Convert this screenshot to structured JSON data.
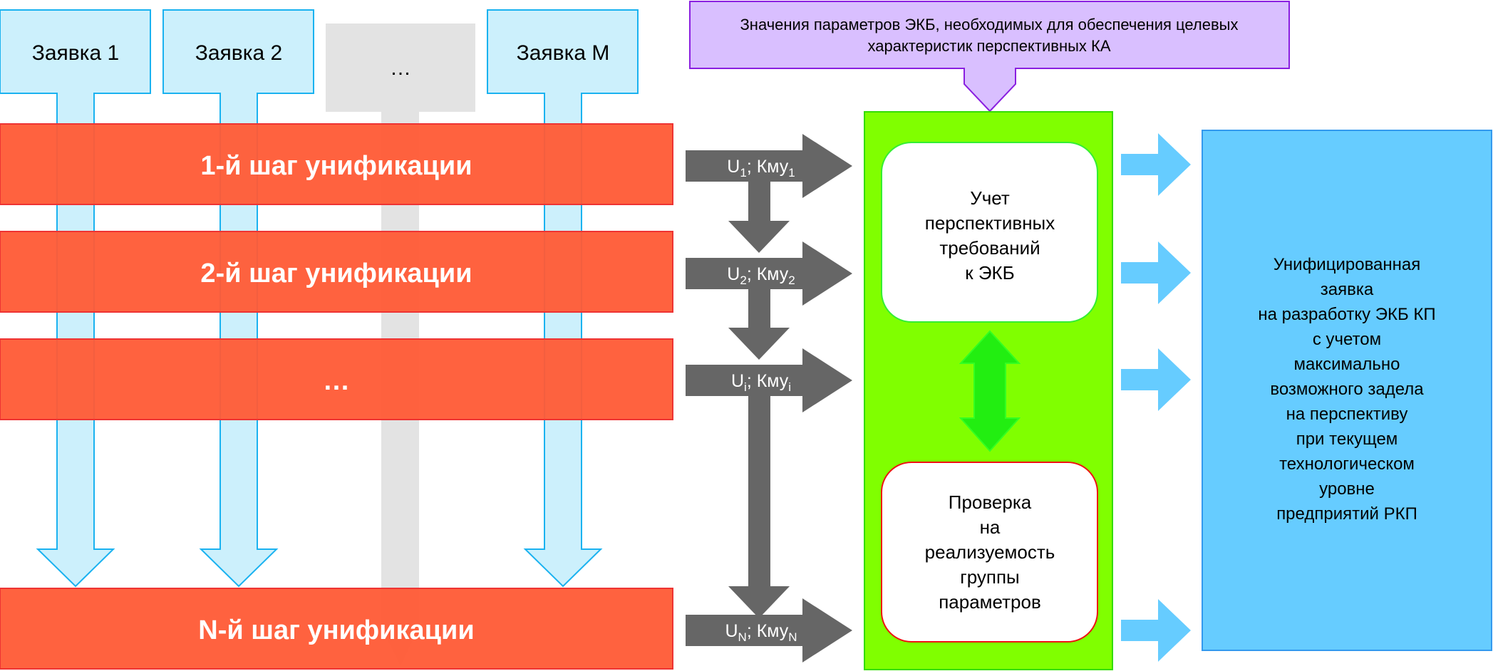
{
  "requests": [
    {
      "label": "Заявка 1"
    },
    {
      "label": "Заявка 2"
    },
    {
      "label": "…"
    },
    {
      "label": "Заявка M"
    }
  ],
  "steps": [
    {
      "label": "1-й шаг унификации"
    },
    {
      "label": "2-й шаг унификации"
    },
    {
      "label": "…"
    },
    {
      "label": "N-й шаг унификации"
    }
  ],
  "flows": [
    {
      "u": "U",
      "sub": "1",
      "k": "Кму",
      "ksub": "1"
    },
    {
      "u": "U",
      "sub": "2",
      "k": "Кму",
      "ksub": "2"
    },
    {
      "u": "U",
      "sub": "i",
      "k": "Кму",
      "ksub": "i"
    },
    {
      "u": "U",
      "sub": "N",
      "k": "Кму",
      "ksub": "N"
    }
  ],
  "params_box": {
    "lines": [
      "Значения параметров ЭКБ, необходимых для обеспечения целевых",
      "характеристик перспективных КА"
    ]
  },
  "account_box": {
    "lines": [
      "Учет",
      "перспективных",
      "требований",
      "к ЭКБ"
    ]
  },
  "check_box": {
    "lines": [
      "Проверка",
      "на",
      "реализуемость",
      "группы",
      "параметров"
    ]
  },
  "result_box": {
    "lines": [
      "Унифицированная",
      "заявка",
      "на разработку ЭКБ КП",
      "с учетом",
      "максимально",
      "возможного задела",
      "на перспективу",
      "при текущем",
      "технологическом",
      "уровне",
      "предприятий РКП"
    ]
  },
  "colors": {
    "request_fill": "#ccf0fc",
    "request_stroke": "#1ab2f0",
    "placeholder_fill": "#e3e3e3",
    "step_fill": "#ff5a35",
    "flow_arrow": "#666666",
    "process_fill": "#80ff00",
    "params_fill": "#d9bfff",
    "params_stroke": "#8a1fe0",
    "result_fill": "#66ccff",
    "result_arrow": "#66ccff",
    "check_stroke": "#ee1111"
  }
}
